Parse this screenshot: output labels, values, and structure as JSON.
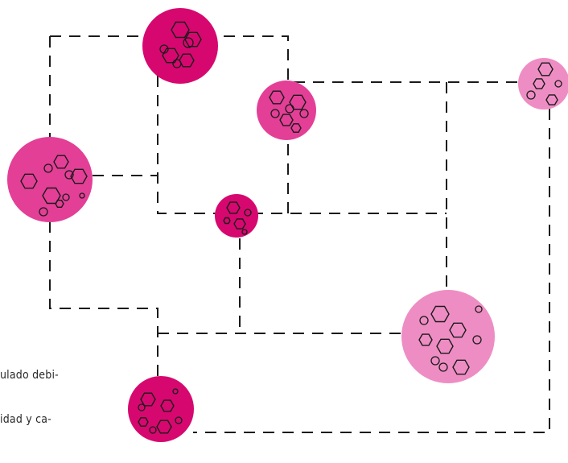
{
  "text_fragments": [
    "ulado debi-",
    "idad y ca-"
  ],
  "colors": {
    "magenta_dark": "#d6086f",
    "magenta_mid": "#e33f96",
    "pink_light": "#ee8dc3",
    "line": "#1a1a1a",
    "cell_outline": "#1a1a1a",
    "text": "#2a2a2a"
  },
  "nodes": [
    {
      "name": "node-top-center",
      "tone": "magenta_dark"
    },
    {
      "name": "node-upper-middle",
      "tone": "magenta_mid"
    },
    {
      "name": "node-top-right",
      "tone": "pink_light"
    },
    {
      "name": "node-left-large",
      "tone": "magenta_mid"
    },
    {
      "name": "node-center-small",
      "tone": "magenta_dark"
    },
    {
      "name": "node-lower-right-large",
      "tone": "pink_light"
    },
    {
      "name": "node-bottom-left",
      "tone": "magenta_dark"
    }
  ]
}
